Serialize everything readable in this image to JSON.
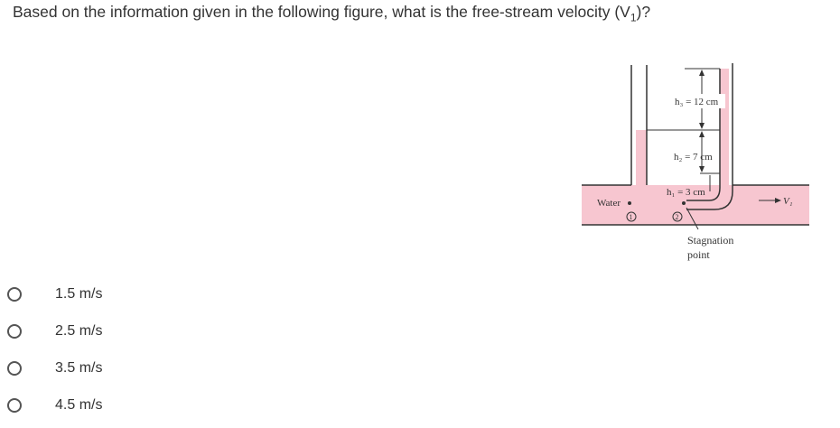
{
  "question": {
    "text_before": "Based on the information given in the following figure, what is the free-stream velocity (V",
    "subscript": "1",
    "text_after": ")?"
  },
  "figure": {
    "h3_label": "h₃ = 12 cm",
    "h2_label": "h₂ = 7 cm",
    "h1_label": "h₁ = 3 cm",
    "water_label": "Water",
    "point1_label": "1",
    "point2_label": "2",
    "stagnation_line1": "Stagnation",
    "stagnation_line2": "point",
    "velocity_label": "V₁",
    "liquid_color": "#f7c6d0"
  },
  "options": [
    {
      "label": "1.5 m/s"
    },
    {
      "label": "2.5 m/s"
    },
    {
      "label": "3.5 m/s"
    },
    {
      "label": "4.5 m/s"
    }
  ]
}
